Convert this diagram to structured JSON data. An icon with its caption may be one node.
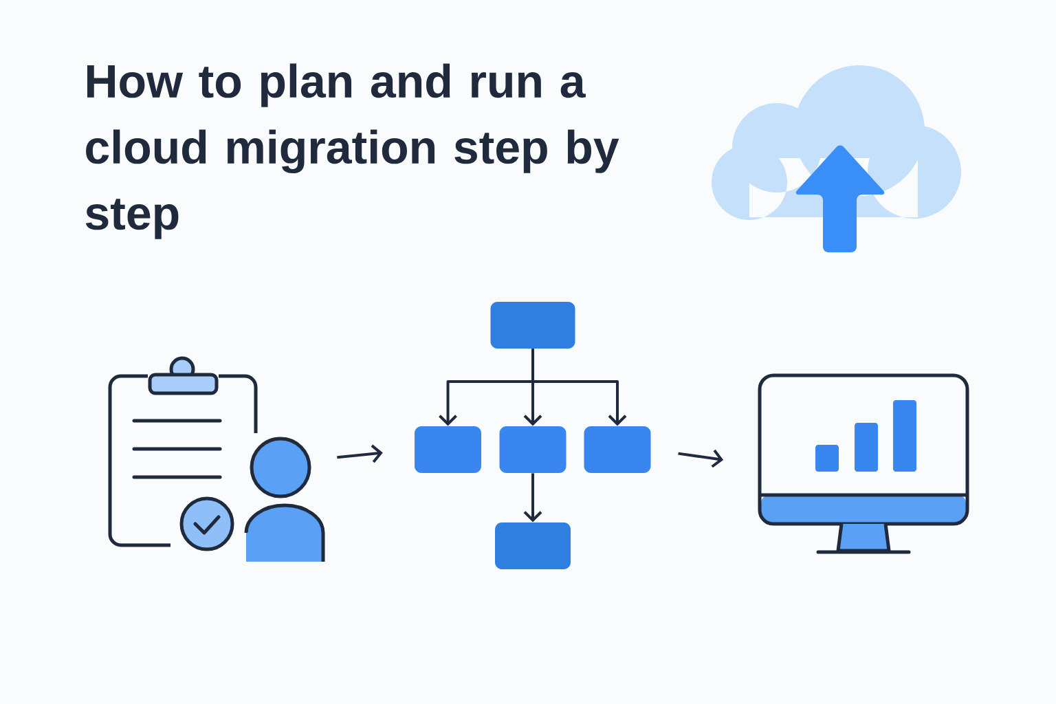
{
  "diagram": {
    "title": "How to plan and run a cloud migration step by step",
    "nodes": [
      {
        "text": [],
        "shape": "picture"
      },
      {
        "text": [],
        "shape": "box"
      },
      {
        "text": [],
        "shape": "box"
      },
      {
        "text": [],
        "shape": "box"
      },
      {
        "text": [],
        "shape": "box"
      },
      {
        "text": [],
        "shape": "box"
      },
      {
        "text": [],
        "shape": "picture"
      }
    ],
    "edges": [
      {
        "from": 0,
        "to": 2,
        "arrow": "to"
      },
      {
        "from": 1,
        "to": 2,
        "arrow": "to"
      },
      {
        "from": 1,
        "to": 3,
        "arrow": "to"
      },
      {
        "from": 1,
        "to": 4,
        "arrow": "to"
      },
      {
        "from": 3,
        "to": 5,
        "arrow": "to"
      },
      {
        "from": 4,
        "to": 6,
        "arrow": "to"
      }
    ]
  }
}
